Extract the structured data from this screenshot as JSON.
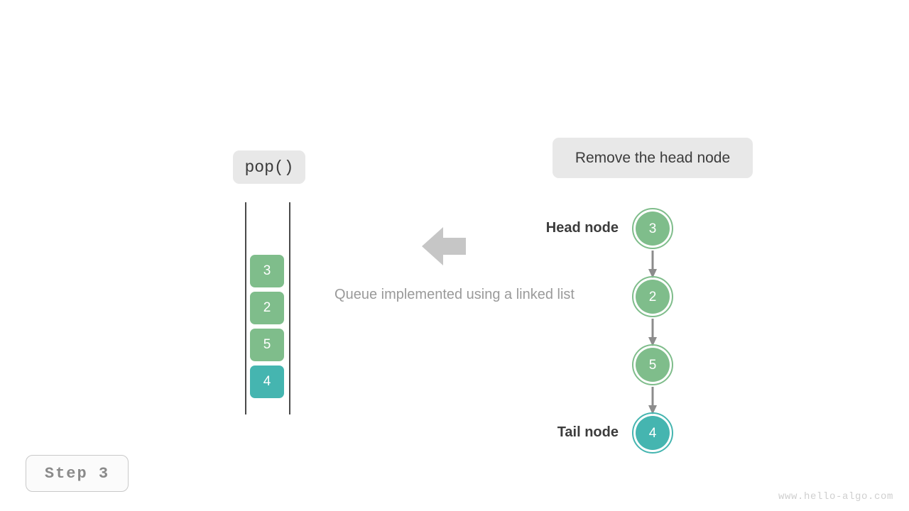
{
  "operation": {
    "label": "pop()"
  },
  "callout": {
    "text": "Remove the head node"
  },
  "caption": {
    "text": "Queue implemented using a linked list"
  },
  "step": {
    "label": "Step 3"
  },
  "watermark": {
    "text": "www.hello-algo.com"
  },
  "colors": {
    "green": "#7fbd8b",
    "teal": "#45b5b0",
    "arrow_gray": "#8c8c8c",
    "flow_arrow_gray": "#c6c6c6",
    "rail_gray": "#4a4a4a",
    "pill_bg": "#e8e8e8",
    "text_dark": "#3c3c3c",
    "text_muted": "#9a9a9a",
    "watermark_gray": "#cfcfcf"
  },
  "queue": {
    "title": "queue-container",
    "cells": [
      {
        "value": "3",
        "color": "#7fbd8b"
      },
      {
        "value": "2",
        "color": "#7fbd8b"
      },
      {
        "value": "5",
        "color": "#7fbd8b"
      },
      {
        "value": "4",
        "color": "#45b5b0"
      }
    ]
  },
  "linked_list": {
    "head_label": "Head node",
    "tail_label": "Tail node",
    "nodes": [
      {
        "value": "3",
        "color": "#7fbd8b",
        "role": "head"
      },
      {
        "value": "2",
        "color": "#7fbd8b",
        "role": "middle"
      },
      {
        "value": "5",
        "color": "#7fbd8b",
        "role": "middle"
      },
      {
        "value": "4",
        "color": "#45b5b0",
        "role": "tail"
      }
    ],
    "arrow_count": 3
  },
  "flow_arrow": {
    "direction": "left"
  }
}
